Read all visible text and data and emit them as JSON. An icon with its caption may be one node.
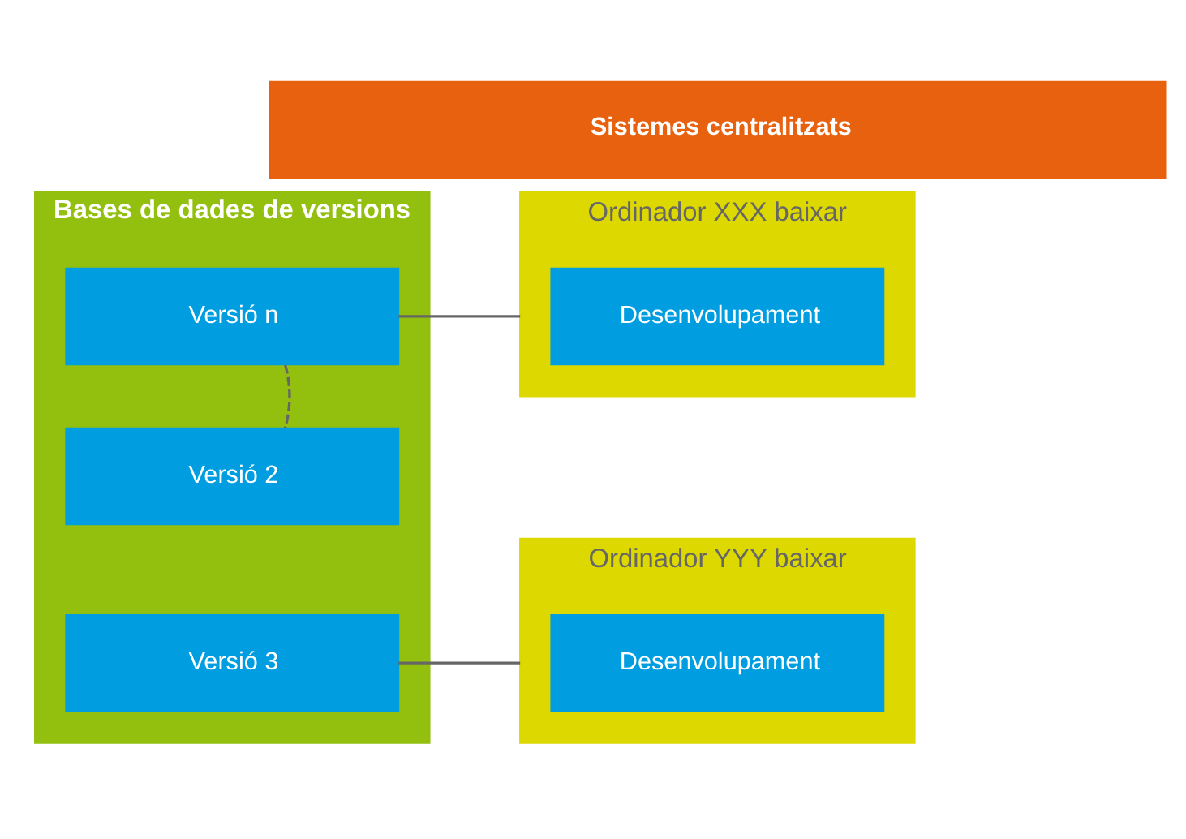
{
  "diagram": {
    "nodes": [
      {
        "text": [
          "Sistemes centralitzats"
        ]
      },
      {
        "text": [
          "Ordinador XXX baixar"
        ]
      },
      {
        "text": [
          "Desenvolupament"
        ],
        "in": 1
      },
      {
        "text": [
          "Ordinador YYY baixar"
        ]
      },
      {
        "text": [
          "Desenvolupament"
        ],
        "in": 3
      },
      {
        "text": [
          "Bases de dades de versions"
        ]
      },
      {
        "text": [
          "Versió n"
        ],
        "in": 5
      },
      {
        "text": [
          "Versió 2"
        ],
        "in": 5
      },
      {
        "text": [
          "Versió 3"
        ],
        "in": 5
      }
    ],
    "edges": [
      {
        "from": 1,
        "to": 6,
        "arrow": "none"
      },
      {
        "from": 6,
        "to": 7,
        "arrow": "none",
        "style": "dashed"
      },
      {
        "from": 3,
        "to": 8,
        "arrow": "none"
      }
    ]
  }
}
